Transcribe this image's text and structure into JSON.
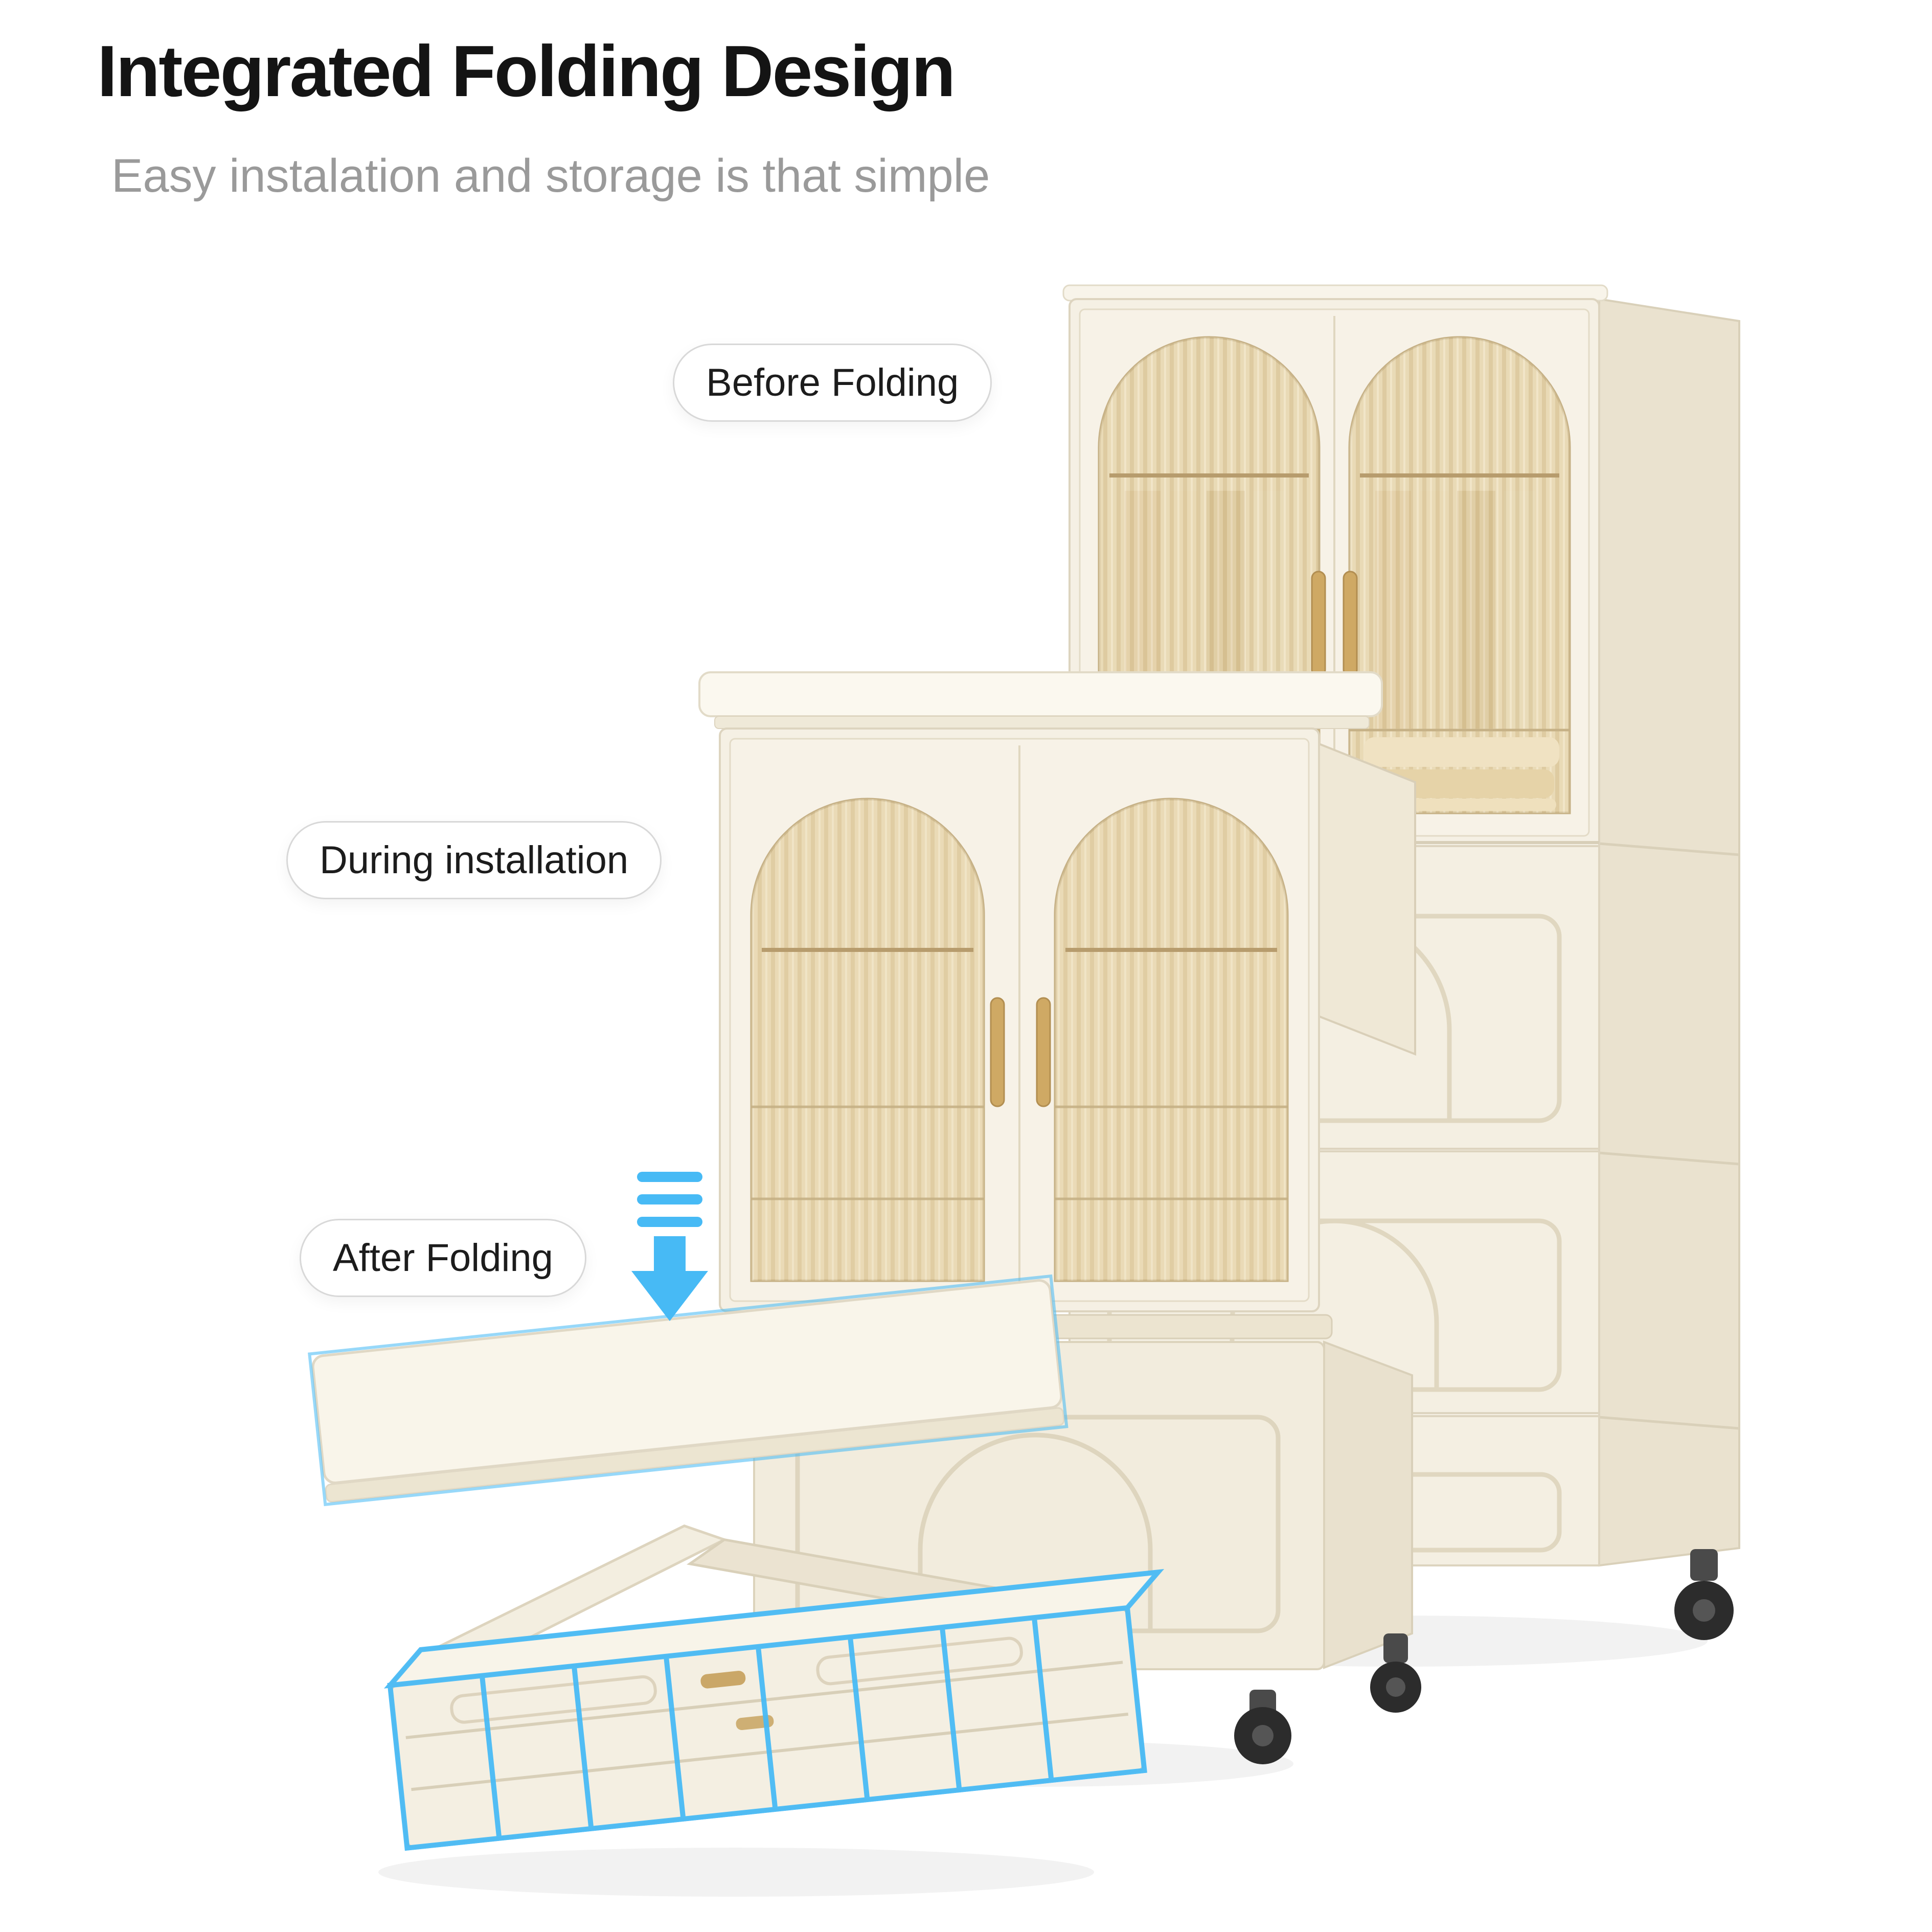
{
  "header": {
    "title": "Integrated Folding Design",
    "subtitle": "Easy instalation and storage is that simple"
  },
  "stages": {
    "before": {
      "label": "Before Folding"
    },
    "during": {
      "label": "During installation"
    },
    "after": {
      "label": "After Folding"
    }
  },
  "colors": {
    "accent_blue": "#47baf5",
    "cabinet_cream": "#f4efe3",
    "glass_amber": "#ead9b3",
    "handle_gold": "#cfa964",
    "wheel_black": "#2c2c2c",
    "title_black": "#141414",
    "subtitle_gray": "#9a9a9a"
  }
}
